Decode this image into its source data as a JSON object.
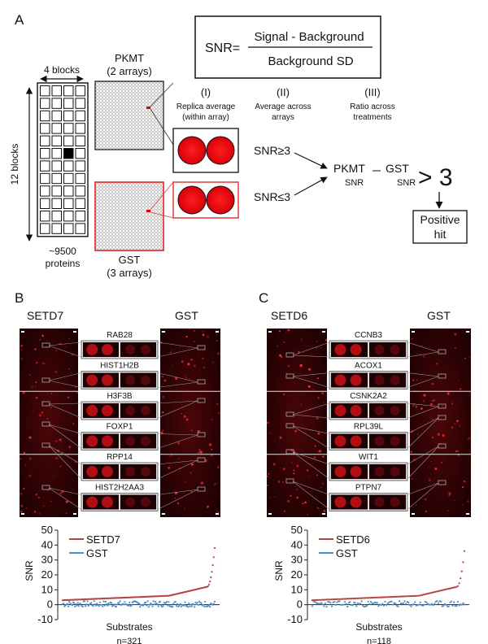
{
  "panelA": {
    "label": "A",
    "formula": {
      "lhs": "SNR=",
      "numerator": "Signal - Background",
      "denominator": "Background SD"
    },
    "blocks_top": "4 blocks",
    "blocks_side": "12 blocks",
    "proteins_count": "~9500",
    "proteins_word": "proteins",
    "pkmt_title": "PKMT",
    "pkmt_arrays": "(2 arrays)",
    "gst_title": "GST",
    "gst_arrays": "(3 arrays)",
    "steps": [
      {
        "num": "(I)",
        "line1": "Replica average",
        "line2": "(within array)"
      },
      {
        "num": "(II)",
        "line1": "Average across",
        "line2": "arrays"
      },
      {
        "num": "(III)",
        "line1": "Ratio across",
        "line2": "treatments"
      }
    ],
    "snr_ge": "SNR≥3",
    "snr_le": "SNR≤3",
    "pkmt_ratio": "PKMT",
    "snr_sub1": "SNR",
    "gst_ratio": "GST",
    "snr_sub2": "SNR",
    "gt3": "> 3",
    "positive1": "Positive",
    "positive2": "hit"
  },
  "panelB": {
    "label": "B",
    "left_title": "SETD7",
    "right_title": "GST",
    "proteins": [
      "RAB28",
      "HIST1H2B",
      "H3F3B",
      "FOXP1",
      "RPP14",
      "HIST2H2AA3"
    ],
    "axis_label": "SNR",
    "xlabel": "Substrates",
    "n_label": "n=321",
    "legend": [
      "SETD7",
      "GST"
    ]
  },
  "panelC": {
    "label": "C",
    "left_title": "SETD6",
    "right_title": "GST",
    "proteins": [
      "CCNB3",
      "ACOX1",
      "CSNK2A2",
      "RPL39L",
      "WIT1",
      "PTPN7"
    ],
    "axis_label": "SNR",
    "xlabel": "Substrates",
    "n_label": "n=118",
    "legend": [
      "SETD6",
      "GST"
    ]
  },
  "colors": {
    "pkmt": "#b5463f",
    "gst": "#4a8fcf",
    "spot": "#e8141a",
    "highlight": "#e03a3a"
  },
  "chart_data": [
    {
      "type": "scatter",
      "title": "",
      "xlabel": "Substrates",
      "ylabel": "SNR",
      "ylim": [
        -10,
        50
      ],
      "yticks": [
        -10,
        0,
        10,
        20,
        30,
        40,
        50
      ],
      "grid": false,
      "legend_position": "top-left",
      "n": 321,
      "series": [
        {
          "name": "SETD7",
          "shape": "ascending sorted",
          "start": 3,
          "mid": 6,
          "knee": 12,
          "end": 38
        },
        {
          "name": "GST",
          "shape": "noise around zero",
          "center": 0.5,
          "spread": 2
        }
      ]
    },
    {
      "type": "scatter",
      "title": "",
      "xlabel": "Substrates",
      "ylabel": "SNR",
      "ylim": [
        -10,
        50
      ],
      "yticks": [
        -10,
        0,
        10,
        20,
        30,
        40,
        50
      ],
      "grid": false,
      "legend_position": "top-left",
      "n": 118,
      "series": [
        {
          "name": "SETD6",
          "shape": "ascending sorted",
          "start": 3,
          "mid": 6,
          "knee": 12,
          "end": 36
        },
        {
          "name": "GST",
          "shape": "noise around zero",
          "center": 0.5,
          "spread": 2
        }
      ]
    }
  ]
}
